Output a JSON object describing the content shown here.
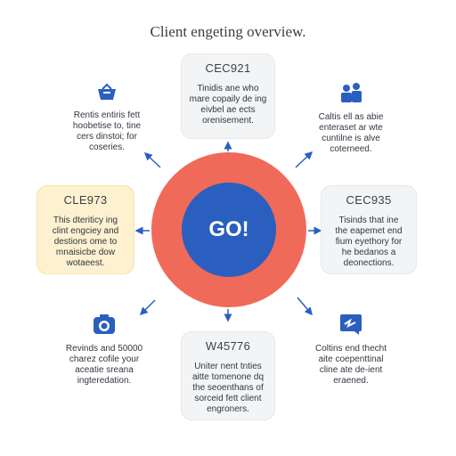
{
  "title": "Client engeting overview.",
  "center": {
    "label": "GO!"
  },
  "cards": {
    "top": {
      "code": "CEC921",
      "text": "Tinidis ane who\nmare copaily de ing\neivbel ae ects\norenisement."
    },
    "left": {
      "code": "CLE973",
      "text": "This dteriticy ing\nclint engciey and\ndestions ome to\nmnaisicbe dow\nwotaeest."
    },
    "right": {
      "code": "CEC935",
      "text": "Tisinds that ine\nthe eapemet end\nfium eyethory for\nhe bedanos a\ndeonections."
    },
    "bottom": {
      "code": "W45776",
      "text": "Uniter nent tnties\naitte tomenone dq\nthe seoenthans of\nsorceid fett client\nengroners."
    }
  },
  "nodes": {
    "top_left": {
      "icon": "basket-icon",
      "text": "Rentis entiris fett\nhoobetise to, tine\ncers dinstoi; for\ncoseries."
    },
    "top_right": {
      "icon": "users-icon",
      "text": "Caltis ell as abie\nenteraset ar wte\ncuntilne is alve\ncoterneed."
    },
    "bottom_left": {
      "icon": "camera-icon",
      "text": "Revinds and 50000\ncharez cofile your\naceatie sreana\ningteredation."
    },
    "bottom_right": {
      "icon": "chat-icon",
      "text": "Coltins end thecht\naite coepenttinal\ncline ate de-ient\neraened."
    }
  },
  "colors": {
    "ring": "#f06a5a",
    "core": "#2a5fbf",
    "arrows": "#2a5fbf",
    "icons": "#2a5fbf",
    "card_grey": "#f3f4f6",
    "card_yellow": "#fdf1cf"
  }
}
